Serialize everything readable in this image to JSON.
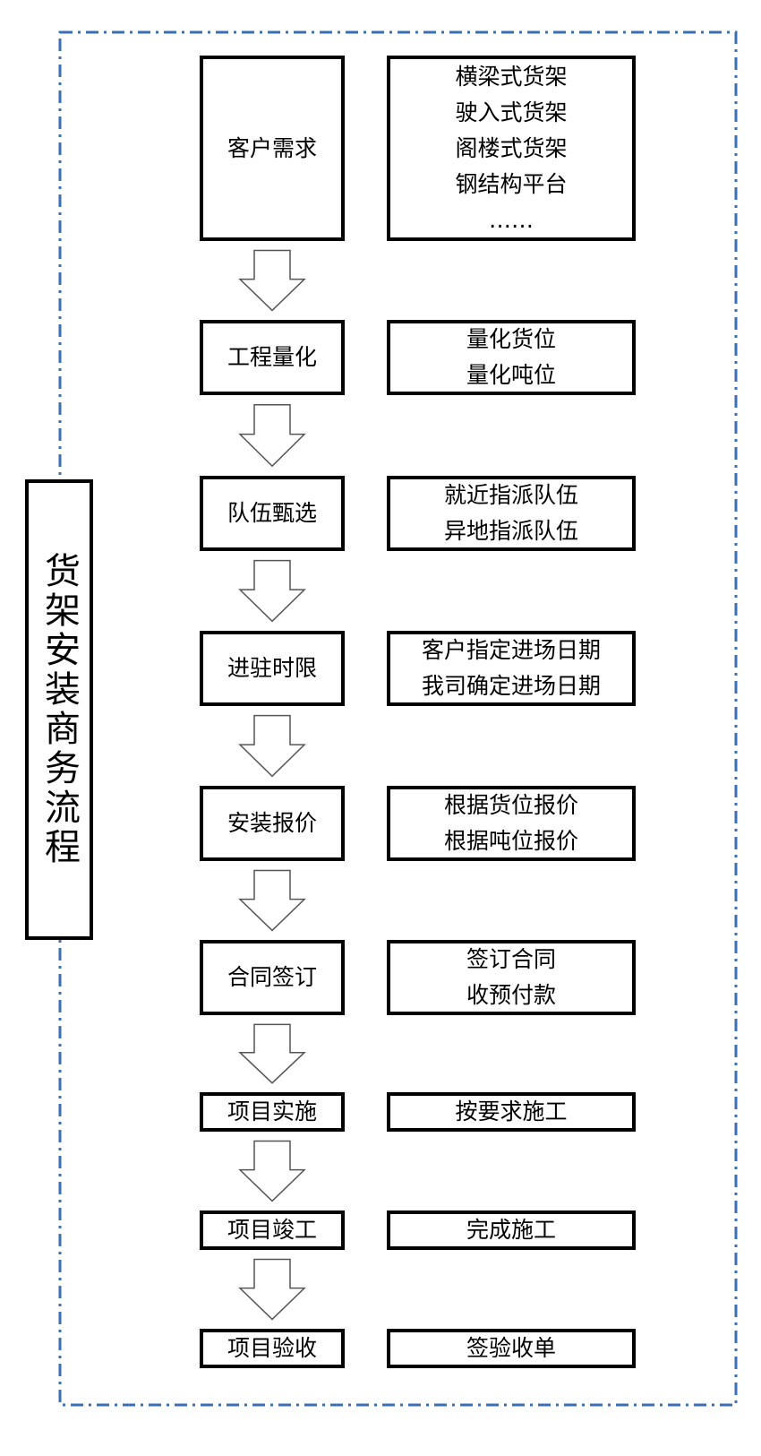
{
  "title": "货架安装商务流程",
  "colors": {
    "frame_border": "#3a6fb5",
    "box_border": "#000000",
    "arrow_stroke": "#555555"
  },
  "steps": [
    {
      "label": "客户需求",
      "details": [
        "横梁式货架",
        "驶入式货架",
        "阁楼式货架",
        "钢结构平台",
        "……"
      ]
    },
    {
      "label": "工程量化",
      "details": [
        "量化货位",
        "量化吨位"
      ]
    },
    {
      "label": "队伍甄选",
      "details": [
        "就近指派队伍",
        "异地指派队伍"
      ]
    },
    {
      "label": "进驻时限",
      "details": [
        "客户指定进场日期",
        "我司确定进场日期"
      ]
    },
    {
      "label": "安装报价",
      "details": [
        "根据货位报价",
        "根据吨位报价"
      ]
    },
    {
      "label": "合同签订",
      "details": [
        "签订合同",
        "收预付款"
      ]
    },
    {
      "label": "项目实施",
      "details": [
        "按要求施工"
      ]
    },
    {
      "label": "项目竣工",
      "details": [
        "完成施工"
      ]
    },
    {
      "label": "项目验收",
      "details": [
        "签验收单"
      ]
    }
  ]
}
